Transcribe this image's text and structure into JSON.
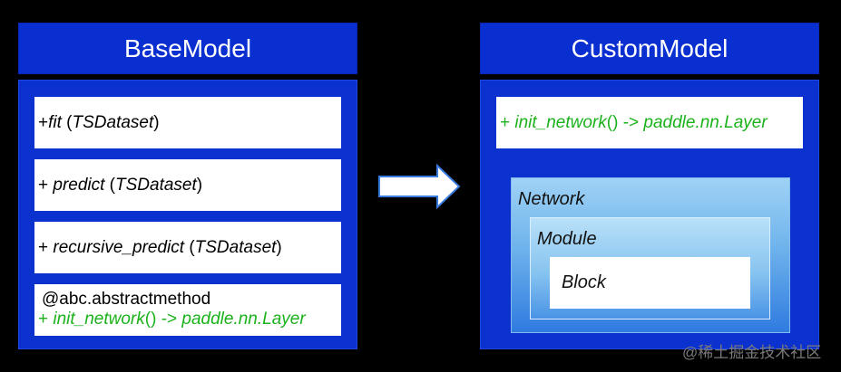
{
  "base_model": {
    "title": "BaseModel",
    "methods": [
      {
        "prefix": "+ ",
        "name": "fit",
        "sep": " (",
        "arg": "TSDataset",
        "suffix": ")"
      },
      {
        "prefix": "+ ",
        "name": "predict",
        "sep": " (",
        "arg": "TSDataset",
        "suffix": ")"
      },
      {
        "prefix": "+ ",
        "name": "recursive_predict",
        "sep": " (",
        "arg": "TSDataset",
        "suffix": ")"
      }
    ],
    "abstract": {
      "decorator": "@abc.abstractmethod",
      "prefix": "+ ",
      "name": "init_network",
      "call": "()",
      "arrow": " -> ",
      "ret": "paddle.nn.Layer"
    }
  },
  "custom_model": {
    "title": "CustomModel",
    "method": {
      "prefix": "+ ",
      "name": "init_network",
      "call": "()",
      "arrow": " -> ",
      "ret": "paddle.nn.Layer"
    },
    "network_label": "Network",
    "module_label": "Module",
    "block_label": "Block"
  },
  "watermark": "@稀土掘金技术社区",
  "colors": {
    "background": "#000000",
    "header_blue": "#0a2fd0",
    "panel_blue": "#0b32cf",
    "green_text": "#1bb21b"
  }
}
